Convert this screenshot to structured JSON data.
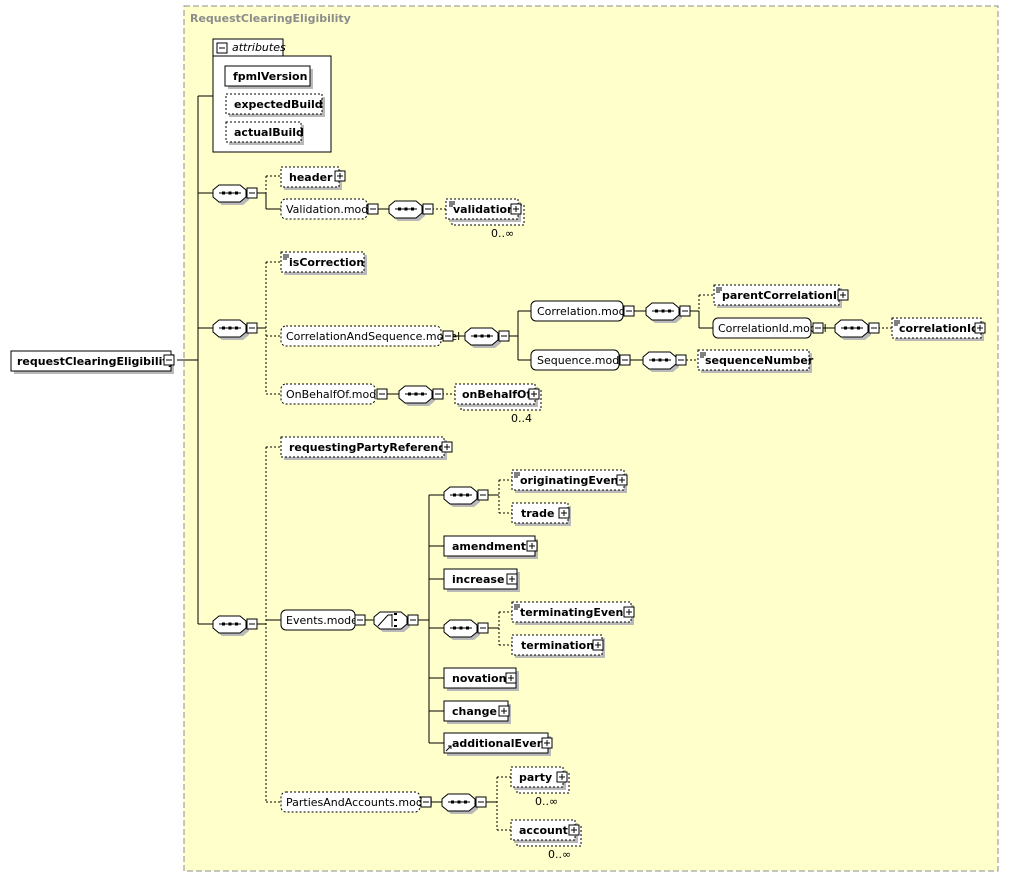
{
  "diagram": {
    "group_title": "RequestClearingEligibility",
    "root": "requestClearingEligibility",
    "attributes_label": "attributes",
    "attributes": [
      "fpmlVersion",
      "expectedBuild",
      "actualBuild"
    ],
    "nodes": {
      "header": "header",
      "validation_model": "Validation.model",
      "validation": "validation",
      "validation_card": "0..∞",
      "is_correction": "isCorrection",
      "correlation_and_sequence_model": "CorrelationAndSequence.model",
      "correlation_model": "Correlation.model",
      "parent_correlation_id": "parentCorrelationId",
      "correlation_id_model": "CorrelationId.model",
      "correlation_id": "correlationId",
      "sequence_model": "Sequence.model",
      "sequence_number": "sequenceNumber",
      "on_behalf_of_model": "OnBehalfOf.model",
      "on_behalf_of": "onBehalfOf",
      "on_behalf_of_card": "0..4",
      "requesting_party_reference": "requestingPartyReference",
      "events_model": "Events.model",
      "originating_event": "originatingEvent",
      "trade": "trade",
      "amendment": "amendment",
      "increase": "increase",
      "terminating_event": "terminatingEvent",
      "termination": "termination",
      "novation": "novation",
      "change": "change",
      "additional_event": "additionalEvent",
      "parties_and_accounts_model": "PartiesAndAccounts.model",
      "party": "party",
      "party_card": "0..∞",
      "account": "account",
      "account_card": "0..∞"
    }
  },
  "colors": {
    "group_background": "#ffffcc",
    "group_title": "#8c8c8c",
    "shadow": "#b9b9b9"
  }
}
